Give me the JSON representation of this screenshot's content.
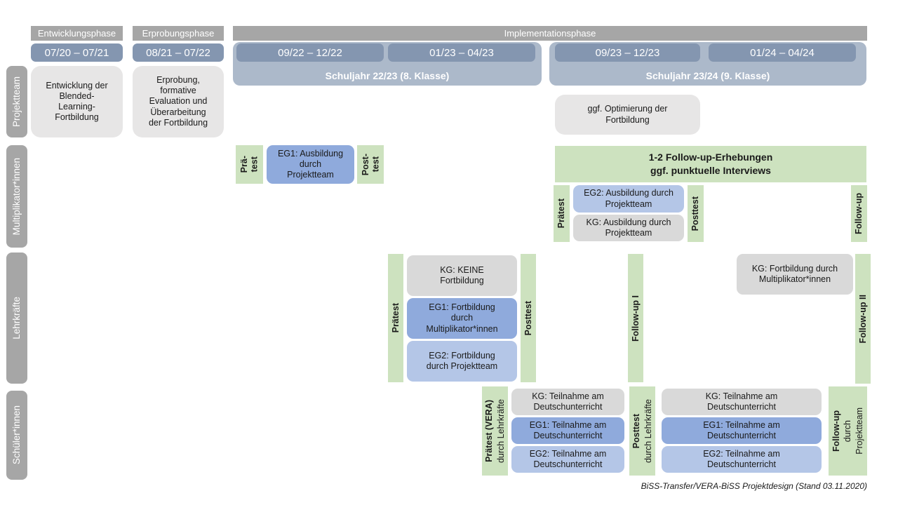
{
  "caption": "BiSS-Transfer/VERA-BiSS Projektdesign (Stand 03.11.2020)",
  "colors": {
    "phase_gray": "#A6A6A6",
    "date_blue": "#8496B0",
    "year_blue": "#ACB9CA",
    "medium_blue": "#8FAADC",
    "light_blue": "#B4C6E7",
    "kg_gray": "#D9D9D9",
    "panel_gray": "#E7E6E6",
    "green": "#CDE2BF"
  },
  "phases": {
    "p1": "Entwicklungsphase",
    "p2": "Erprobungsphase",
    "p3": "Implementationsphase"
  },
  "dates": {
    "d1": "07/20 – 07/21",
    "d2": "08/21 – 07/22",
    "d3": "09/22 – 12/22",
    "d4": "01/23 – 04/23",
    "d5": "09/23 – 12/23",
    "d6": "01/24 – 04/24"
  },
  "school_years": {
    "sy1": "Schuljahr 22/23 (8. Klasse)",
    "sy2": "Schuljahr 23/24 (9. Klasse)"
  },
  "sidebar": {
    "row1": "Projektteam",
    "row2": "Multiplikator*innen",
    "row3": "Lehrkräfte",
    "row4": "Schüler*innen"
  },
  "projektteam": {
    "entwicklung": "Entwicklung der\nBlended-\nLearning-\nFortbildung",
    "erprobung": "Erprobung,\nformative\nEvaluation und\nÜberarbeitung\nder Fortbildung",
    "optimierung": "ggf. Optimierung der\nFortbildung"
  },
  "multiplikatoren": {
    "praetest1": "Prä-\ntest",
    "eg1": "EG1: Ausbildung\ndurch\nProjektteam",
    "posttest1": "Post-\ntest",
    "followup_erhebungen": "1-2 Follow-up-Erhebungen\nggf. punktuelle Interviews",
    "praetest2": "Prätest",
    "eg2": "EG2: Ausbildung durch\nProjektteam",
    "kg": "KG: Ausbildung durch\nProjektteam",
    "posttest2": "Posttest",
    "followup": "Follow-up"
  },
  "lehrkraefte": {
    "praetest": "Prätest",
    "kg": "KG: KEINE\nFortbildung",
    "eg1": "EG1: Fortbildung\ndurch\nMultiplikator*innen",
    "eg2": "EG2: Fortbildung\ndurch Projektteam",
    "posttest": "Posttest",
    "followup1": "Follow-up I",
    "kg2": "KG: Fortbildung durch\nMultiplikator*innen",
    "followup2": "Follow-up II"
  },
  "schueler": {
    "praetest_label": "Prätest (VERA)",
    "praetest_sub": "durch Lehrkräfte",
    "kg1": "KG: Teilnahme am\nDeutschunterricht",
    "eg1a": "EG1: Teilnahme am\nDeutschunterricht",
    "eg2a": "EG2: Teilnahme am\nDeutschunterricht",
    "posttest_label": "Posttest",
    "posttest_sub": "durch Lehrkräfte",
    "kg2": "KG: Teilnahme am\nDeutschunterricht",
    "eg1b": "EG1: Teilnahme am\nDeutschunterricht",
    "eg2b": "EG2: Teilnahme am\nDeutschunterricht",
    "followup_label": "Follow-up",
    "followup_sub1": "durch",
    "followup_sub2": "Projektteam"
  }
}
